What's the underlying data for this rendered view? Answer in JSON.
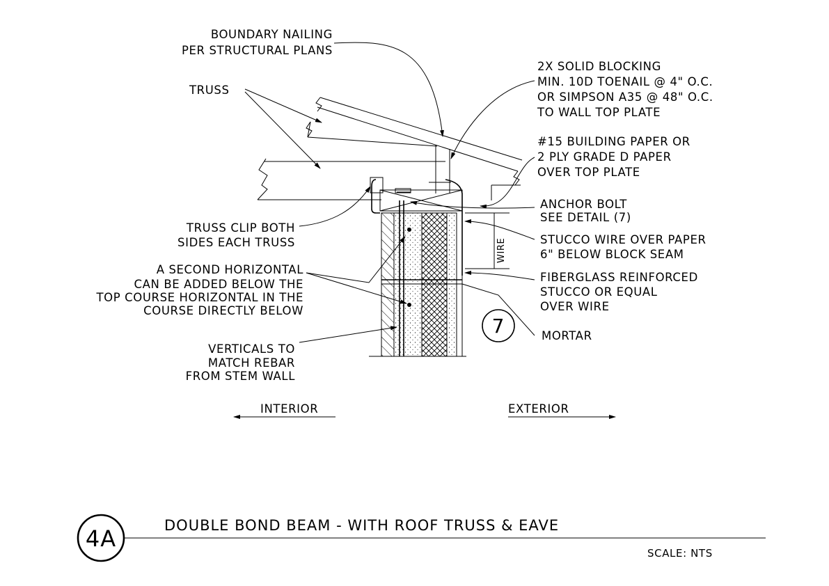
{
  "notes": {
    "boundary_nailing": [
      "BOUNDARY NAILING",
      "PER STRUCTURAL PLANS"
    ],
    "truss": "TRUSS",
    "solid_blocking": [
      "2X SOLID BLOCKING",
      "MIN. 10D TOENAIL @ 4\" O.C.",
      "OR SIMPSON A35 @ 48\" O.C.",
      "TO WALL TOP PLATE"
    ],
    "building_paper": [
      "#15 BUILDING PAPER OR",
      "2 PLY GRADE D PAPER",
      "OVER TOP PLATE"
    ],
    "anchor_bolt": [
      "ANCHOR BOLT",
      "SEE DETAIL (7)"
    ],
    "stucco_wire": [
      "STUCCO WIRE OVER PAPER",
      "6\" BELOW BLOCK SEAM"
    ],
    "fiberglass_stucco": [
      "FIBERGLASS REINFORCED",
      "STUCCO OR EQUAL",
      "OVER WIRE"
    ],
    "mortar": "MORTAR",
    "truss_clip": [
      "TRUSS CLIP BOTH",
      "SIDES EACH TRUSS"
    ],
    "second_horizontal": [
      "A SECOND HORIZONTAL",
      "CAN BE ADDED BELOW THE",
      "TOP COURSE HORIZONTAL IN THE",
      "COURSE DIRECTLY BELOW"
    ],
    "verticals": [
      "VERTICALS TO",
      "MATCH REBAR",
      "FROM STEM WALL"
    ],
    "wire_dim": "WIRE"
  },
  "detail_ref": "7",
  "directions": {
    "interior": "INTERIOR",
    "exterior": "EXTERIOR"
  },
  "title_block": {
    "detail_id": "4A",
    "title": "DOUBLE BOND BEAM - WITH ROOF TRUSS & EAVE",
    "scale": "SCALE: NTS"
  }
}
